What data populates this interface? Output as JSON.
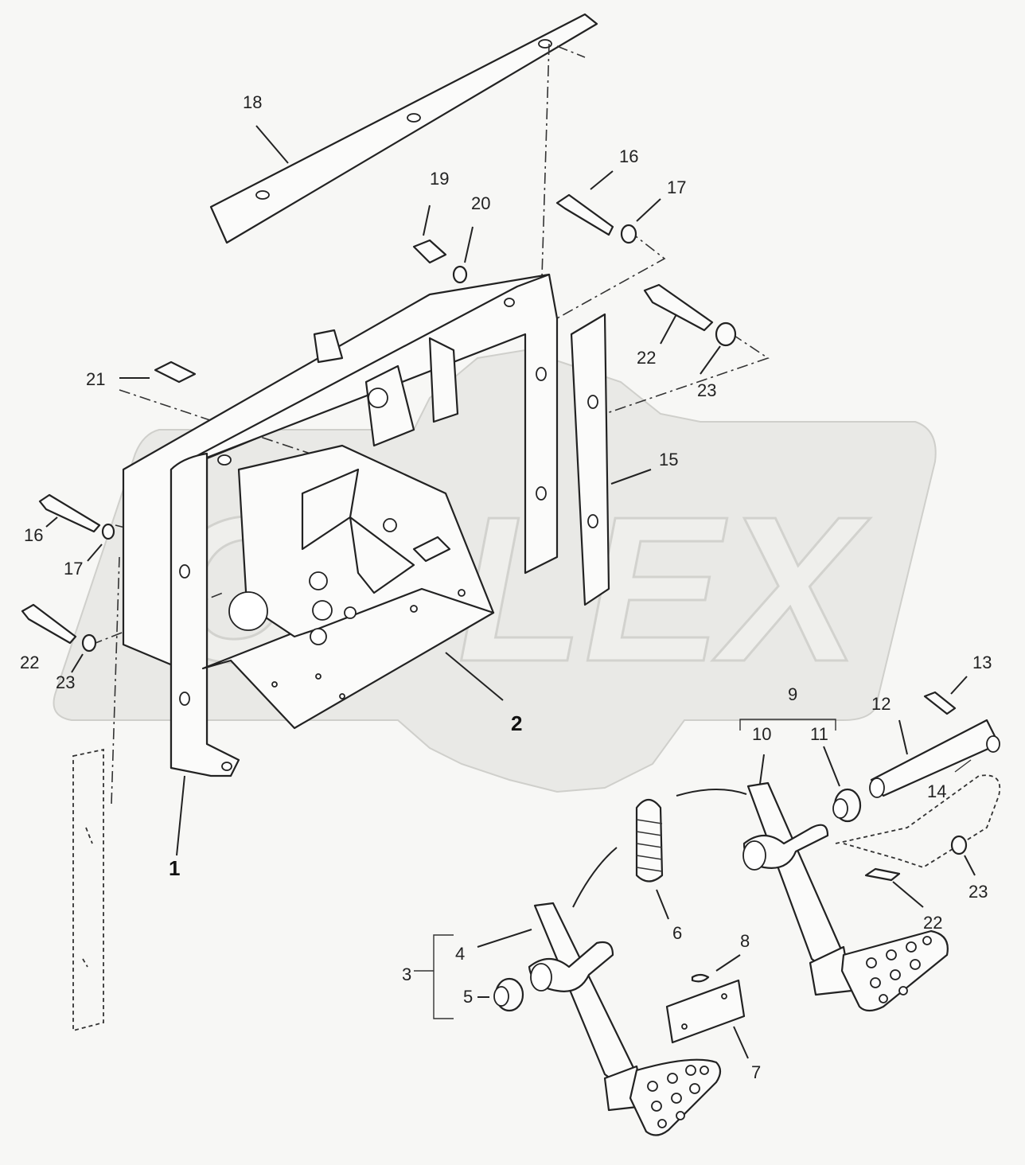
{
  "callouts": {
    "c1": "1",
    "c2": "2",
    "c3": "3",
    "c4": "4",
    "c5": "5",
    "c6": "6",
    "c7": "7",
    "c8": "8",
    "c9": "9",
    "c10": "10",
    "c11": "11",
    "c12": "12",
    "c13": "13",
    "c14": "14",
    "c15": "15",
    "c16a": "16",
    "c16b": "16",
    "c17a": "17",
    "c17b": "17",
    "c18": "18",
    "c19": "19",
    "c20": "20",
    "c21": "21",
    "c22a": "22",
    "c22b": "22",
    "c22c": "22",
    "c23a": "23",
    "c23b": "23",
    "c23c": "23"
  },
  "watermark": {
    "brand": "OPLEX"
  },
  "colors": {
    "line": "#222222",
    "paper": "#f7f7f5",
    "watermark": "#e9e9e6"
  }
}
